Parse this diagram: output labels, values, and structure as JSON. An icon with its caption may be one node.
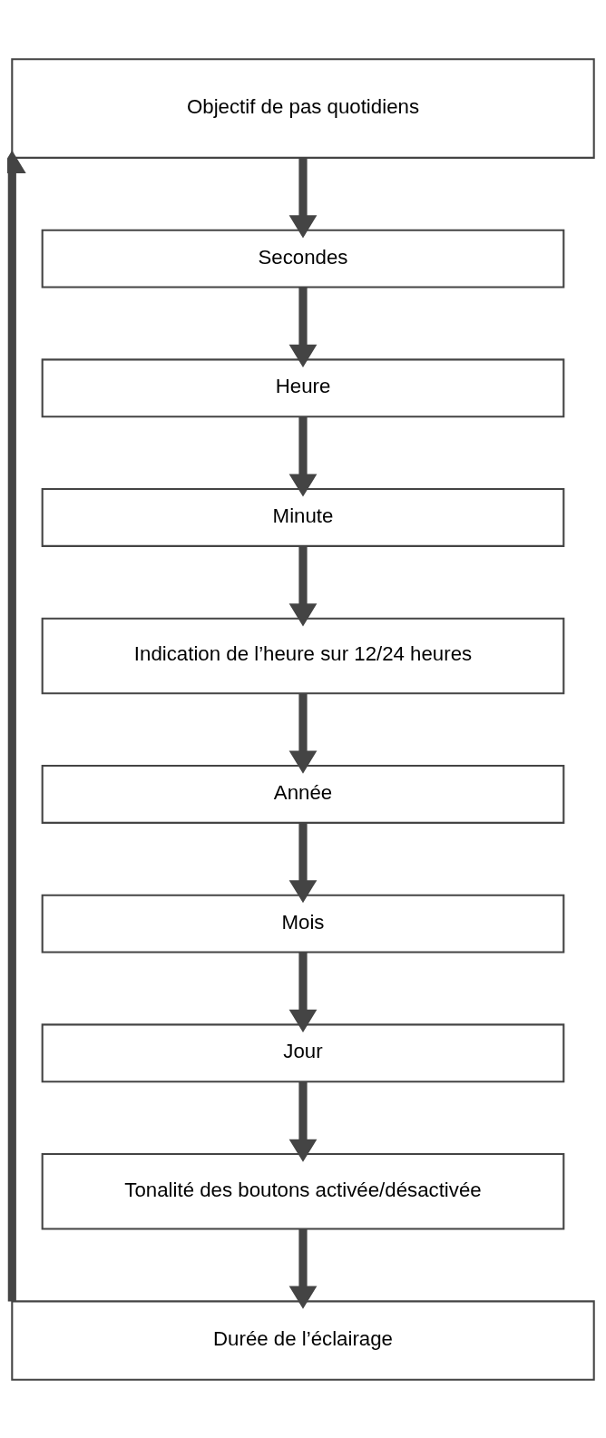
{
  "diagram": {
    "nodes": [
      {
        "text": [
          "Objectif de pas quotidiens"
        ]
      },
      {
        "text": [
          "Secondes"
        ]
      },
      {
        "text": [
          "Heure"
        ]
      },
      {
        "text": [
          "Minute"
        ]
      },
      {
        "text": [
          "Indication de l’heure sur 12/24 heures"
        ]
      },
      {
        "text": [
          "Année"
        ]
      },
      {
        "text": [
          "Mois"
        ]
      },
      {
        "text": [
          "Jour"
        ]
      },
      {
        "text": [
          "Tonalité des boutons activée/désactivée"
        ]
      },
      {
        "text": [
          "Durée de l’éclairage"
        ]
      }
    ],
    "edges": [
      {
        "from": 0,
        "to": 1,
        "arrow": "to"
      },
      {
        "from": 1,
        "to": 2,
        "arrow": "to"
      },
      {
        "from": 2,
        "to": 3,
        "arrow": "to"
      },
      {
        "from": 3,
        "to": 4,
        "arrow": "to"
      },
      {
        "from": 4,
        "to": 5,
        "arrow": "to"
      },
      {
        "from": 5,
        "to": 6,
        "arrow": "to"
      },
      {
        "from": 6,
        "to": 7,
        "arrow": "to"
      },
      {
        "from": 7,
        "to": 8,
        "arrow": "to"
      },
      {
        "from": 8,
        "to": 9,
        "arrow": "to"
      },
      {
        "from": 9,
        "to": 0,
        "arrow": "to"
      }
    ]
  }
}
